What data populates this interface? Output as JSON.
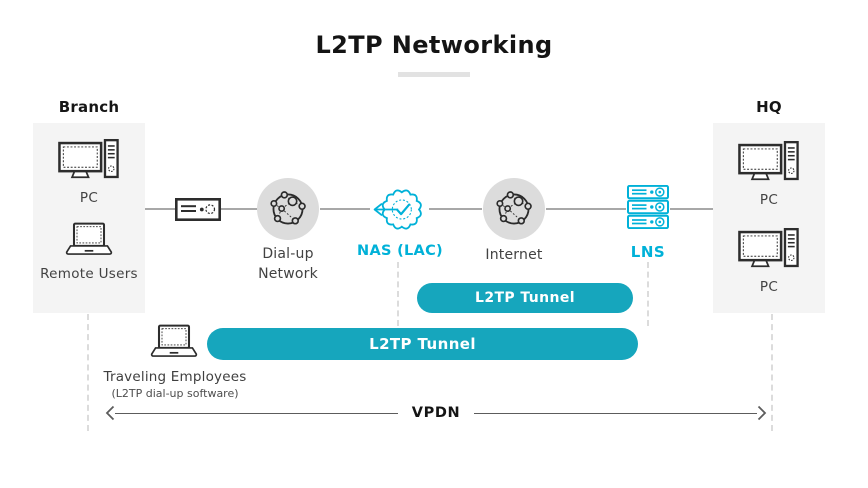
{
  "title": "L2TP Networking",
  "colors": {
    "accent-teal": "#16a6bd",
    "accent-cyan": "#00b1d8",
    "node-bg": "#dcdcdc",
    "panel-bg": "#f4f4f4"
  },
  "branch": {
    "label": "Branch",
    "devices": [
      {
        "name": "PC",
        "icon": "desktop-pc-icon"
      },
      {
        "name": "Remote Users",
        "icon": "laptop-icon"
      }
    ]
  },
  "hq": {
    "label": "HQ",
    "devices": [
      {
        "name": "PC",
        "icon": "desktop-pc-icon"
      },
      {
        "name": "PC",
        "icon": "desktop-pc-icon"
      }
    ]
  },
  "nodes": {
    "modem": {
      "label": "",
      "icon": "modem-icon"
    },
    "dialup": {
      "label": "Dial-up Network",
      "icon": "network-globe-icon"
    },
    "nas": {
      "label": "NAS (LAC)",
      "icon": "verified-badge-arrow-icon"
    },
    "internet": {
      "label": "Internet",
      "icon": "network-globe-icon"
    },
    "lns": {
      "label": "LNS",
      "icon": "server-stack-icon"
    }
  },
  "tunnels": [
    {
      "label": "L2TP Tunnel"
    },
    {
      "label": "L2TP Tunnel"
    }
  ],
  "traveling": {
    "label": "Traveling Employees",
    "sublabel": "(L2TP dial-up software)",
    "icon": "laptop-icon"
  },
  "vpdn": {
    "label": "VPDN"
  }
}
